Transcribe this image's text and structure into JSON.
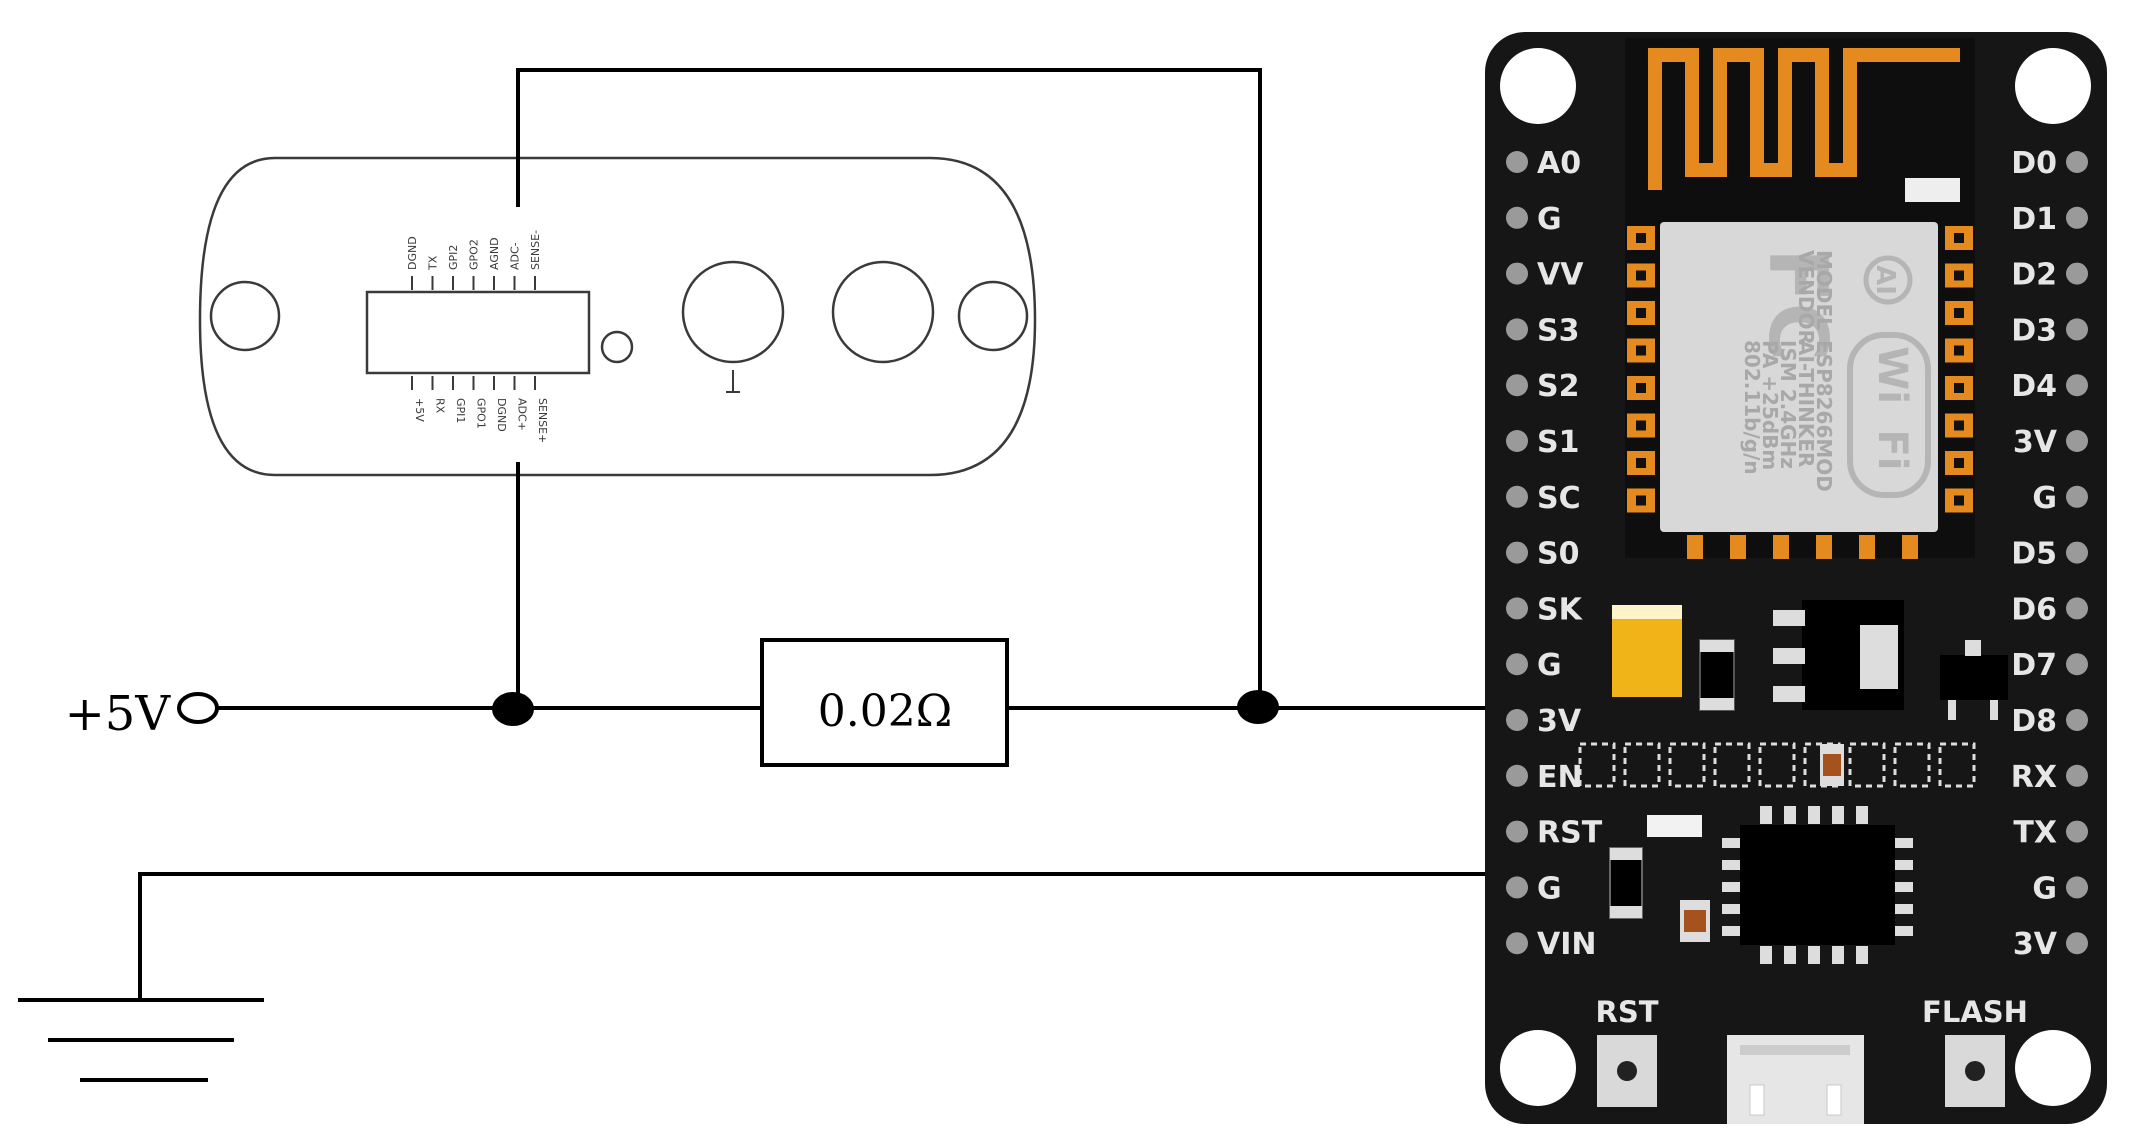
{
  "supply": {
    "label": "+5V"
  },
  "resistor": {
    "label": "0.02Ω"
  },
  "sensor_module": {
    "top_pins": [
      "DGND",
      "TX",
      "GPI2",
      "GPO2",
      "AGND",
      "ADC-",
      "SENSE-"
    ],
    "bottom_pins": [
      "+5V",
      "RX",
      "GPI1",
      "GPO1",
      "DGND",
      "ADC+",
      "SENSE+"
    ]
  },
  "board": {
    "left_pins": [
      "A0",
      "G",
      "VV",
      "S3",
      "S2",
      "S1",
      "SC",
      "S0",
      "SK",
      "G",
      "3V",
      "EN",
      "RST",
      "G",
      "VIN"
    ],
    "right_pins": [
      "D0",
      "D1",
      "D2",
      "D3",
      "D4",
      "3V",
      "G",
      "D5",
      "D6",
      "D7",
      "D8",
      "RX",
      "TX",
      "G",
      "3V"
    ],
    "module_text": [
      "MODEL",
      "VENDOR",
      "ESP8266MOD",
      "AI-THINKER",
      "ISM 2.4GHz",
      "PA +25dBm",
      "802.11b/g/n"
    ],
    "module_logos": [
      "FC",
      "AI",
      "Wi",
      "Fi"
    ],
    "buttons": {
      "reset": "RST",
      "flash": "FLASH"
    }
  },
  "colors": {
    "board": "#161616",
    "pin_dot": "#9a9a9a",
    "antenna": "#e58a1f",
    "module": "#d8d8d8",
    "cap": "#f0b418",
    "wire": "#000000"
  }
}
